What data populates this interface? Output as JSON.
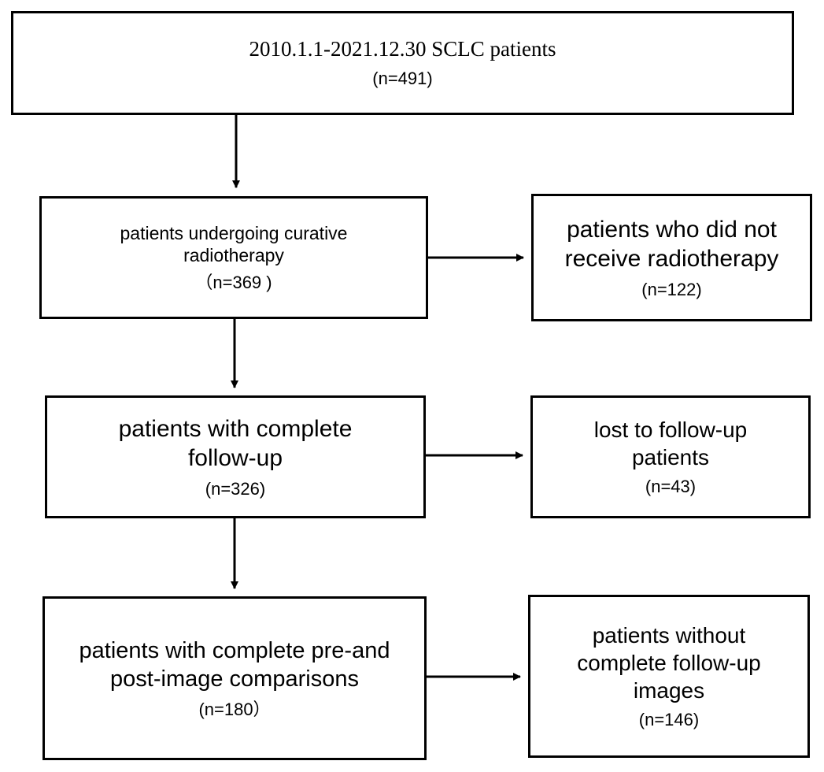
{
  "boxes": {
    "start": {
      "lines": [
        "2010.1.1-2021.12.30 SCLC patients"
      ],
      "count": "(n=491)"
    },
    "radiotherapy": {
      "lines": [
        "patients undergoing curative",
        "radiotherapy"
      ],
      "count": "（n=369 )"
    },
    "no_radiotherapy": {
      "lines": [
        "patients who did not",
        "receive radiotherapy"
      ],
      "count": "(n=122)"
    },
    "follow_up": {
      "lines": [
        "patients with complete",
        "follow-up"
      ],
      "count": "(n=326)"
    },
    "lost": {
      "lines": [
        "lost to follow-up",
        "patients"
      ],
      "count": "(n=43)"
    },
    "images": {
      "lines": [
        "patients with complete pre-and",
        "post-image comparisons"
      ],
      "count": "(n=180）"
    },
    "no_images": {
      "lines": [
        "patients without",
        "complete follow-up",
        "images"
      ],
      "count": "(n=146)"
    }
  }
}
